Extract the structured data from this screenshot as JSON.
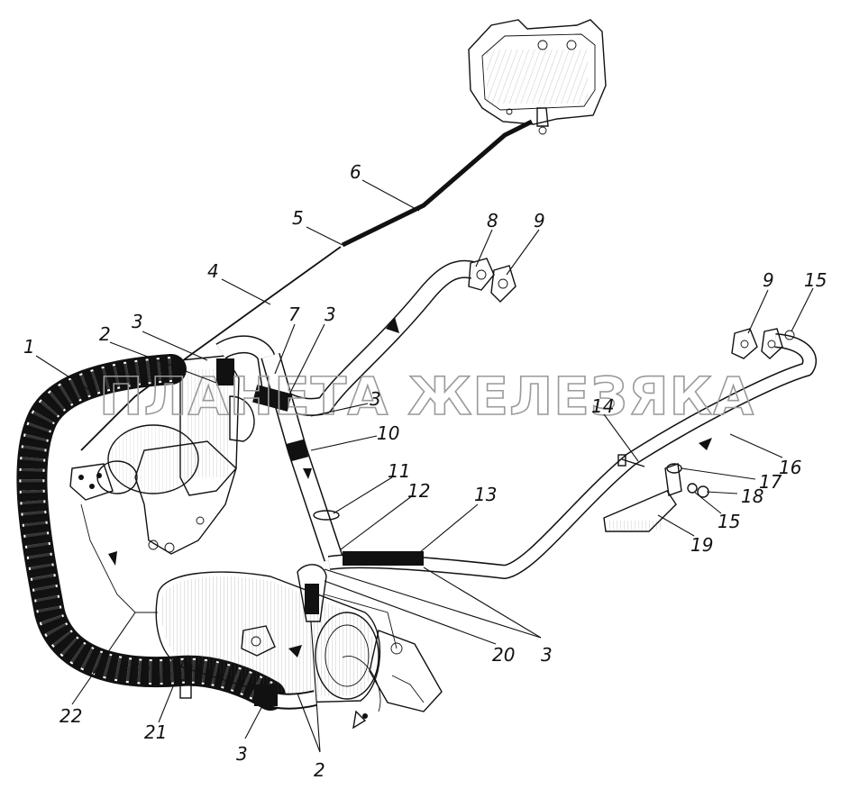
{
  "watermark": "ПЛАНЕТА ЖЕЛЕЗЯКА",
  "callouts": {
    "c1": "1",
    "c2a": "2",
    "c3a": "3",
    "c4": "4",
    "c5": "5",
    "c6": "6",
    "c7": "7",
    "c3b": "3",
    "c8": "8",
    "c9a": "9",
    "c9b": "9",
    "c15a": "15",
    "c3c": "3",
    "c10": "10",
    "c11": "11",
    "c12": "12",
    "c13": "13",
    "c14": "14",
    "c16": "16",
    "c17": "17",
    "c18": "18",
    "c15b": "15",
    "c19": "19",
    "c20": "20",
    "c3d": "3",
    "c22": "22",
    "c21": "21",
    "c3e": "3",
    "c2b": "2"
  }
}
